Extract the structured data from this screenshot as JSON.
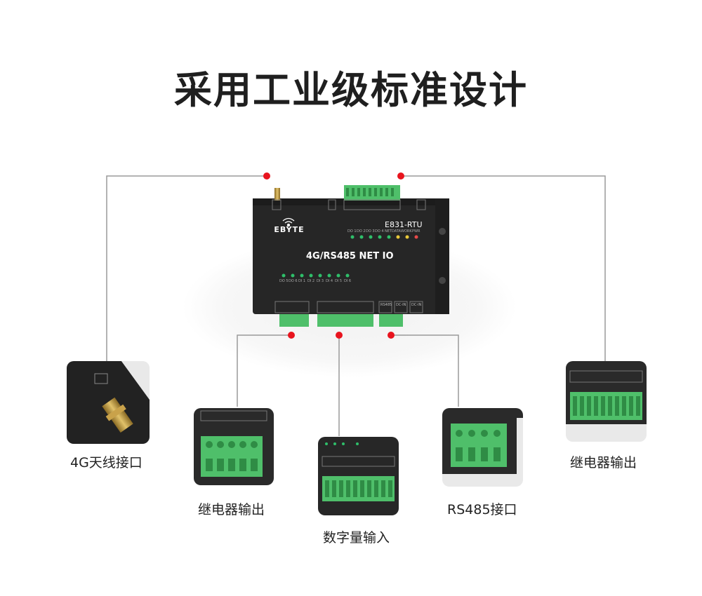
{
  "title": "采用工业级标准设计",
  "device": {
    "brand": "EBYTE",
    "model": "E831-RTU",
    "product_name": "4G/RS485 NET IO",
    "do_leds": [
      "DO 1",
      "DO 2",
      "DO 3",
      "DO 4",
      "NET",
      "DATA",
      "WORK",
      "PWR"
    ],
    "di_leds": [
      "DO 5",
      "DO 6",
      "DI 1",
      "DI 2",
      "DI 3",
      "DI 4",
      "DI 5",
      "DI 6"
    ],
    "port_labels": [
      "RS485",
      "DC-IN",
      "DC-IN"
    ]
  },
  "callouts": {
    "antenna": "4G天线接口",
    "relay_left": "继电器输出",
    "digital_input": "数字量输入",
    "rs485": "RS485接口",
    "relay_right": "继电器输出"
  },
  "colors": {
    "marker": "#e8141e",
    "terminal": "#4fbf6a",
    "device_body": "#2a2a2a",
    "leader": "#9a9a9a"
  }
}
